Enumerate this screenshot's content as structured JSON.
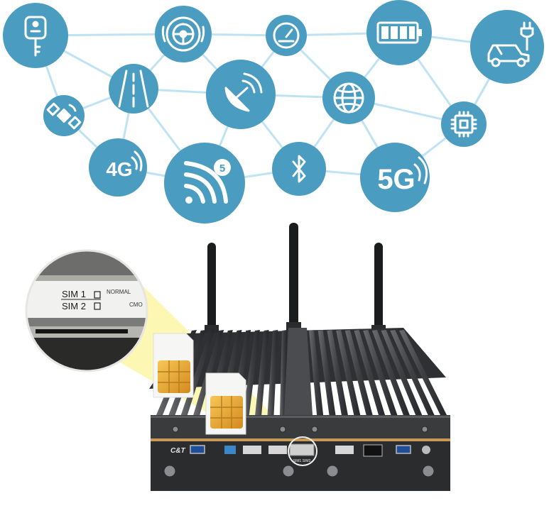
{
  "colors": {
    "circle": "#4a9cc0",
    "network_line": "#bfe3f3",
    "chassis": "#3a3b3d",
    "fin": "#55575a",
    "sim_card": "#f6f6f4",
    "sim_chip": "#e8a935",
    "antenna": "#1b1c1e"
  },
  "network_nodes": [
    {
      "icon": "key-fob-icon",
      "text": ""
    },
    {
      "icon": "steering-wheel-icon",
      "text": ""
    },
    {
      "icon": "speedometer-icon",
      "text": ""
    },
    {
      "icon": "battery-icon",
      "text": ""
    },
    {
      "icon": "ev-charging-car-icon",
      "text": ""
    },
    {
      "icon": "road-icon",
      "text": ""
    },
    {
      "icon": "satellite-icon",
      "text": ""
    },
    {
      "icon": "satellite-dish-icon",
      "text": ""
    },
    {
      "icon": "globe-icon",
      "text": ""
    },
    {
      "icon": "cpu-chip-icon",
      "text": ""
    },
    {
      "icon": "4g-signal-icon",
      "text": "4G"
    },
    {
      "icon": "wifi-5-icon",
      "text": "5"
    },
    {
      "icon": "bluetooth-icon",
      "text": ""
    },
    {
      "icon": "5g-signal-icon",
      "text": "5G"
    }
  ],
  "sim_slot_callout": {
    "sim1_label": "SIM 1",
    "sim2_label": "SIM 2",
    "switch_label_1": "NORMAL",
    "switch_label_2": "CMO"
  },
  "device": {
    "brand_logo_text": "C&T",
    "port_caption": "SIM1 SIM2"
  }
}
